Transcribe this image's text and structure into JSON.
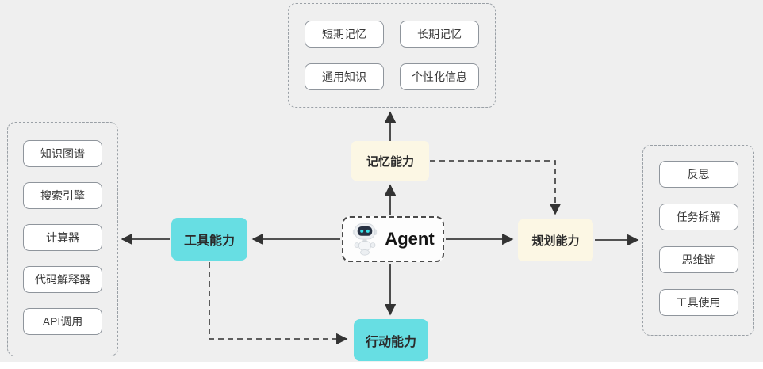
{
  "diagram": {
    "agent": {
      "label": "Agent"
    },
    "capabilities": {
      "memory": "记忆能力",
      "tool": "工具能力",
      "planning": "规划能力",
      "action": "行动能力"
    },
    "memory_items": [
      "短期记忆",
      "长期记忆",
      "通用知识",
      "个性化信息"
    ],
    "tool_items": [
      "知识图谱",
      "搜索引擎",
      "计算器",
      "代码解释器",
      "API调用"
    ],
    "planning_items": [
      "反思",
      "任务拆解",
      "思维链",
      "工具使用"
    ],
    "colors": {
      "background": "#efefef",
      "cyan_node": "#67dee3",
      "cream_node": "#fcf7e4",
      "item_border": "#8f959c",
      "panel_border": "#9aa0a6",
      "line": "#3c3c3c",
      "robot_eye": "#38e1e9",
      "robot_face": "#273142"
    }
  }
}
